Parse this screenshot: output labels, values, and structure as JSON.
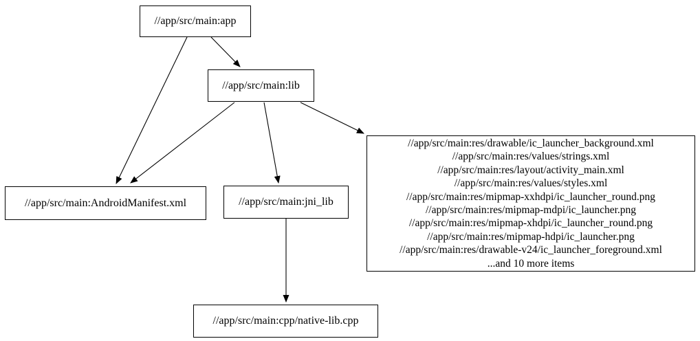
{
  "colors": {
    "background": "#ffffff",
    "node_border": "#000000",
    "edge": "#000000",
    "text": "#000000"
  },
  "nodes": {
    "app": {
      "label": "//app/src/main:app"
    },
    "lib": {
      "label": "//app/src/main:lib"
    },
    "android_manifest": {
      "label": "//app/src/main:AndroidManifest.xml"
    },
    "jni_lib": {
      "label": "//app/src/main:jni_lib"
    },
    "res_group": {
      "lines": [
        "//app/src/main:res/drawable/ic_launcher_background.xml",
        "//app/src/main:res/values/strings.xml",
        "//app/src/main:res/layout/activity_main.xml",
        "//app/src/main:res/values/styles.xml",
        "//app/src/main:res/mipmap-xxhdpi/ic_launcher_round.png",
        "//app/src/main:res/mipmap-mdpi/ic_launcher.png",
        "//app/src/main:res/mipmap-xhdpi/ic_launcher_round.png",
        "//app/src/main:res/mipmap-hdpi/ic_launcher.png",
        "//app/src/main:res/drawable-v24/ic_launcher_foreground.xml",
        "...and 10 more items"
      ]
    },
    "native_lib_cpp": {
      "label": "//app/src/main:cpp/native-lib.cpp"
    }
  },
  "edges": [
    {
      "from": "//app/src/main:app",
      "to": "//app/src/main:lib"
    },
    {
      "from": "//app/src/main:app",
      "to": "//app/src/main:AndroidManifest.xml"
    },
    {
      "from": "//app/src/main:lib",
      "to": "//app/src/main:AndroidManifest.xml"
    },
    {
      "from": "//app/src/main:lib",
      "to": "//app/src/main:jni_lib"
    },
    {
      "from": "//app/src/main:lib",
      "to": "res-group"
    },
    {
      "from": "//app/src/main:jni_lib",
      "to": "//app/src/main:cpp/native-lib.cpp"
    }
  ]
}
